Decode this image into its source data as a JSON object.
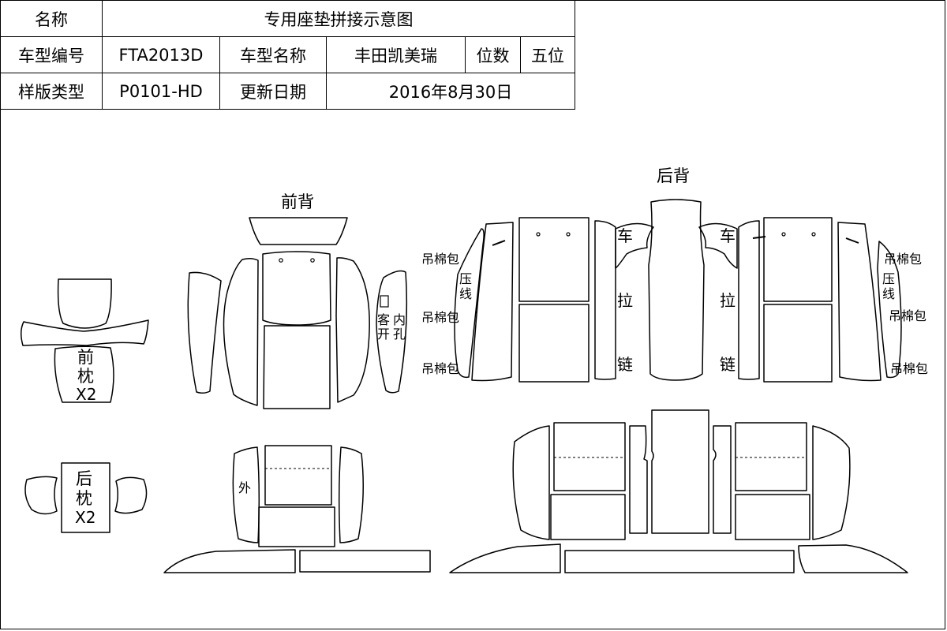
{
  "header_table": {
    "row1": {
      "label": "名称",
      "value": "专用座垫拼接示意图"
    },
    "row2": {
      "model_code_label": "车型编号",
      "model_code": "FTA2013D",
      "model_name_label": "车型名称",
      "model_name": "丰田凯美瑞",
      "seats_label": "位数",
      "seats": "五位"
    },
    "row3": {
      "template_type_label": "样版类型",
      "template_type": "P0101-HD",
      "update_date_label": "更新日期",
      "update_date": "2016年8月30日"
    }
  },
  "sections": {
    "front_back": "前背",
    "rear_back": "后背",
    "front_headrest": {
      "line1": "前",
      "line2": "枕",
      "qty": "X2"
    },
    "rear_headrest": {
      "line1": "后",
      "line2": "枕",
      "qty": "X2"
    }
  },
  "annotations": {
    "hanging_cotton": "吊棉包",
    "press_line_1": "压",
    "press_line_2": "线",
    "customer_open_1": "客",
    "customer_open_2": "开",
    "inner_hole_1": "内",
    "inner_hole_2": "孔",
    "outside": "外",
    "zipper_1": "车",
    "zipper_2": "拉",
    "zipper_3": "链"
  },
  "colors": {
    "line": "#000000",
    "background": "#ffffff"
  }
}
